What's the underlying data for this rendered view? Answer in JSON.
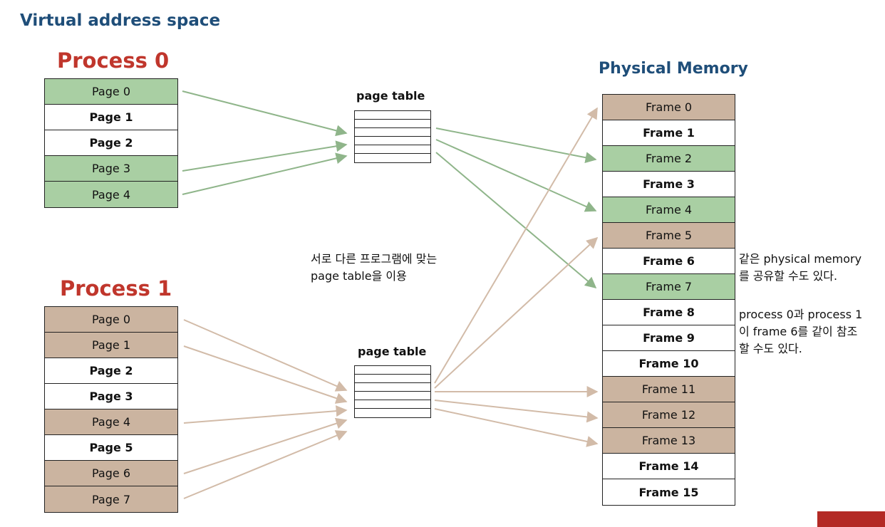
{
  "title": "Virtual address space",
  "process0": {
    "title": "Process 0",
    "pages": [
      {
        "label": "Page 0",
        "color": "green"
      },
      {
        "label": "Page 1",
        "color": "white"
      },
      {
        "label": "Page 2",
        "color": "white"
      },
      {
        "label": "Page 3",
        "color": "green"
      },
      {
        "label": "Page 4",
        "color": "green"
      }
    ]
  },
  "process1": {
    "title": "Process 1",
    "pages": [
      {
        "label": "Page 0",
        "color": "tan"
      },
      {
        "label": "Page 1",
        "color": "tan"
      },
      {
        "label": "Page 2",
        "color": "white"
      },
      {
        "label": "Page 3",
        "color": "white"
      },
      {
        "label": "Page 4",
        "color": "tan"
      },
      {
        "label": "Page 5",
        "color": "white"
      },
      {
        "label": "Page 6",
        "color": "tan"
      },
      {
        "label": "Page 7",
        "color": "tan"
      }
    ]
  },
  "page_table_label": "page table",
  "physical_memory": {
    "title": "Physical Memory",
    "frames": [
      {
        "label": "Frame 0",
        "color": "tan"
      },
      {
        "label": "Frame 1",
        "color": "white"
      },
      {
        "label": "Frame 2",
        "color": "green"
      },
      {
        "label": "Frame 3",
        "color": "white"
      },
      {
        "label": "Frame 4",
        "color": "green"
      },
      {
        "label": "Frame 5",
        "color": "tan"
      },
      {
        "label": "Frame 6",
        "color": "white"
      },
      {
        "label": "Frame 7",
        "color": "green"
      },
      {
        "label": "Frame 8",
        "color": "white"
      },
      {
        "label": "Frame 9",
        "color": "white"
      },
      {
        "label": "Frame 10",
        "color": "white"
      },
      {
        "label": "Frame 11",
        "color": "tan"
      },
      {
        "label": "Frame 12",
        "color": "tan"
      },
      {
        "label": "Frame 13",
        "color": "tan"
      },
      {
        "label": "Frame 14",
        "color": "white"
      },
      {
        "label": "Frame 15",
        "color": "white"
      }
    ]
  },
  "notes": {
    "middle": [
      "서로 다른 프로그램에 맞는",
      "page table을 이용"
    ],
    "right_1": [
      "같은 physical memory",
      "를 공유할 수도 있다."
    ],
    "right_2": [
      "process 0과 process 1",
      "이 frame 6를 같이 참조",
      "할 수도 있다."
    ]
  },
  "colors": {
    "green": "#a9cfa3",
    "tan": "#cbb4a0",
    "green_arrow": "#8fb58a",
    "tan_arrow": "#d2bba8",
    "title_blue": "#1f4e79",
    "process_red": "#c0362c"
  }
}
